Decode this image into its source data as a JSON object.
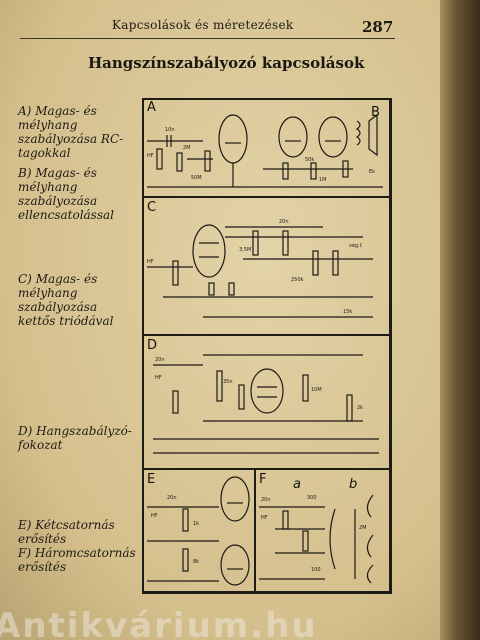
{
  "header": {
    "running_head": "Kapcsolások és méretezések",
    "page_number": "287"
  },
  "title": "Hangszínszabályozó kapcsolások",
  "captions": [
    {
      "letter": "A)",
      "text": "Magas- és mélyhang szabályozása RC-tagokkal"
    },
    {
      "letter": "B)",
      "text": "Magas- és mélyhang szabályozása ellencsatolással"
    },
    {
      "letter": "C)",
      "text": "Magas- és mélyhang szabályozása kettős triódával"
    },
    {
      "letter": "D)",
      "text": "Hangszabályzó-fokozat"
    },
    {
      "letter": "E)",
      "text": "Kétcsatornás erősítés"
    },
    {
      "letter": "F)",
      "text": "Háromcsatornás erősítés"
    }
  ],
  "panels": {
    "A": "A",
    "B": "B",
    "C": "C",
    "D": "D",
    "E": "E",
    "F": "F",
    "F_sub_a": "a",
    "F_sub_b": "b"
  },
  "labels": {
    "hf": "HF",
    "r50k": "50k",
    "r1M": "1M",
    "c10n": "10n",
    "r2M": "2M",
    "r50M": "50M",
    "c300": "300",
    "r250k": "250k",
    "r35M": "3,5M",
    "r20n": "20n",
    "r15k": "15k",
    "r35n": "35n",
    "r10M": "10M",
    "r2k": "2k",
    "r1k": "1k",
    "r8k": "8k",
    "r100": "100",
    "veg": "vég.f.",
    "ek": "Ek"
  },
  "watermark": "Antikvárium.hu"
}
